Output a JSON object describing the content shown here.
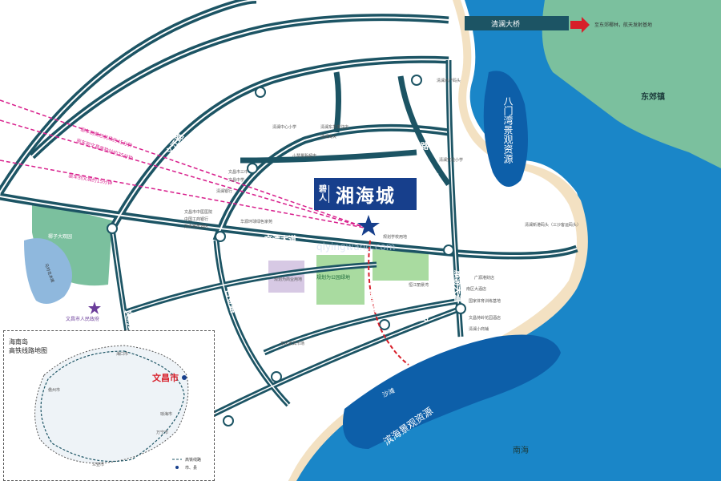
{
  "map": {
    "project": {
      "brand": "碧人",
      "name": "湘海城"
    },
    "bridge": "清澜大桥",
    "top_right_note": "至东郊椰林，航天发射基地",
    "towns": [
      "东郊镇",
      "文昌市",
      "南海",
      "沙滩"
    ],
    "scenic": {
      "bamenwan": "八门湾景观资源",
      "binhai": "滨海景观资源"
    },
    "roads": {
      "wenqing": "文清大道",
      "wenjiang": "文江路",
      "wenfu": "文府路",
      "qinglan": "清澜路",
      "gaolong": "高隆路",
      "baijin": "白金路",
      "xinsheng": "新胜路",
      "lvyou": "旅游大道",
      "binhai_rd": "滨海路",
      "haihong": "海洪路",
      "dongjiao": "东郊路",
      "nanmin": "南民路",
      "yuanhu": "园湖路"
    },
    "left_labels": {
      "coconut": "椰子大观园",
      "lake": "马村北水库",
      "gov": "文昌市人民政府"
    },
    "dist_lines": [
      "驱车到美兰机场约45分钟",
      "驱车到文昌高铁站约25分钟",
      "驱车到文城约15分钟"
    ],
    "park": "规划为公园绿地",
    "pois": [
      "清澜水产码头",
      "清澜中心小学",
      "清澜东发来往店",
      "清澜海关",
      "小慧量贩超市",
      "清澜实验小学",
      "文昌市三中",
      "文昌中学",
      "清澜银行",
      "文昌市中医医院",
      "中国工商银行",
      "万丰家居酒店",
      "华源环球绿色家苑",
      "规划学校用地",
      "恒江丽景湾",
      "广源港财店",
      "南区大酒店",
      "国家体育训练基地",
      "文昌持岭花园酒店",
      "清澜小商铺",
      "东风家具市场",
      "规划为商业用地",
      "清澜新港码头（三沙客运码头）"
    ],
    "watermark": "qiyingwang.com",
    "inset": {
      "title_line1": "海南岛",
      "title_line2": "高铁线路地图",
      "city": "文昌市",
      "legend": [
        "高铁线路",
        "市、县"
      ],
      "nearby": [
        "海口市",
        "琼海市",
        "三亚市",
        "儋州市",
        "万宁市"
      ]
    }
  },
  "colors": {
    "sea": "#1a86c8",
    "sea_deep": "#0d5fa9",
    "land": "#ffffff",
    "green": "#7bc09e",
    "road": "#1c5464",
    "road_inner": "#ffffff",
    "beach": "#f3e1c2",
    "callout": "#173f8c",
    "dist_line": "#d81f8c"
  }
}
